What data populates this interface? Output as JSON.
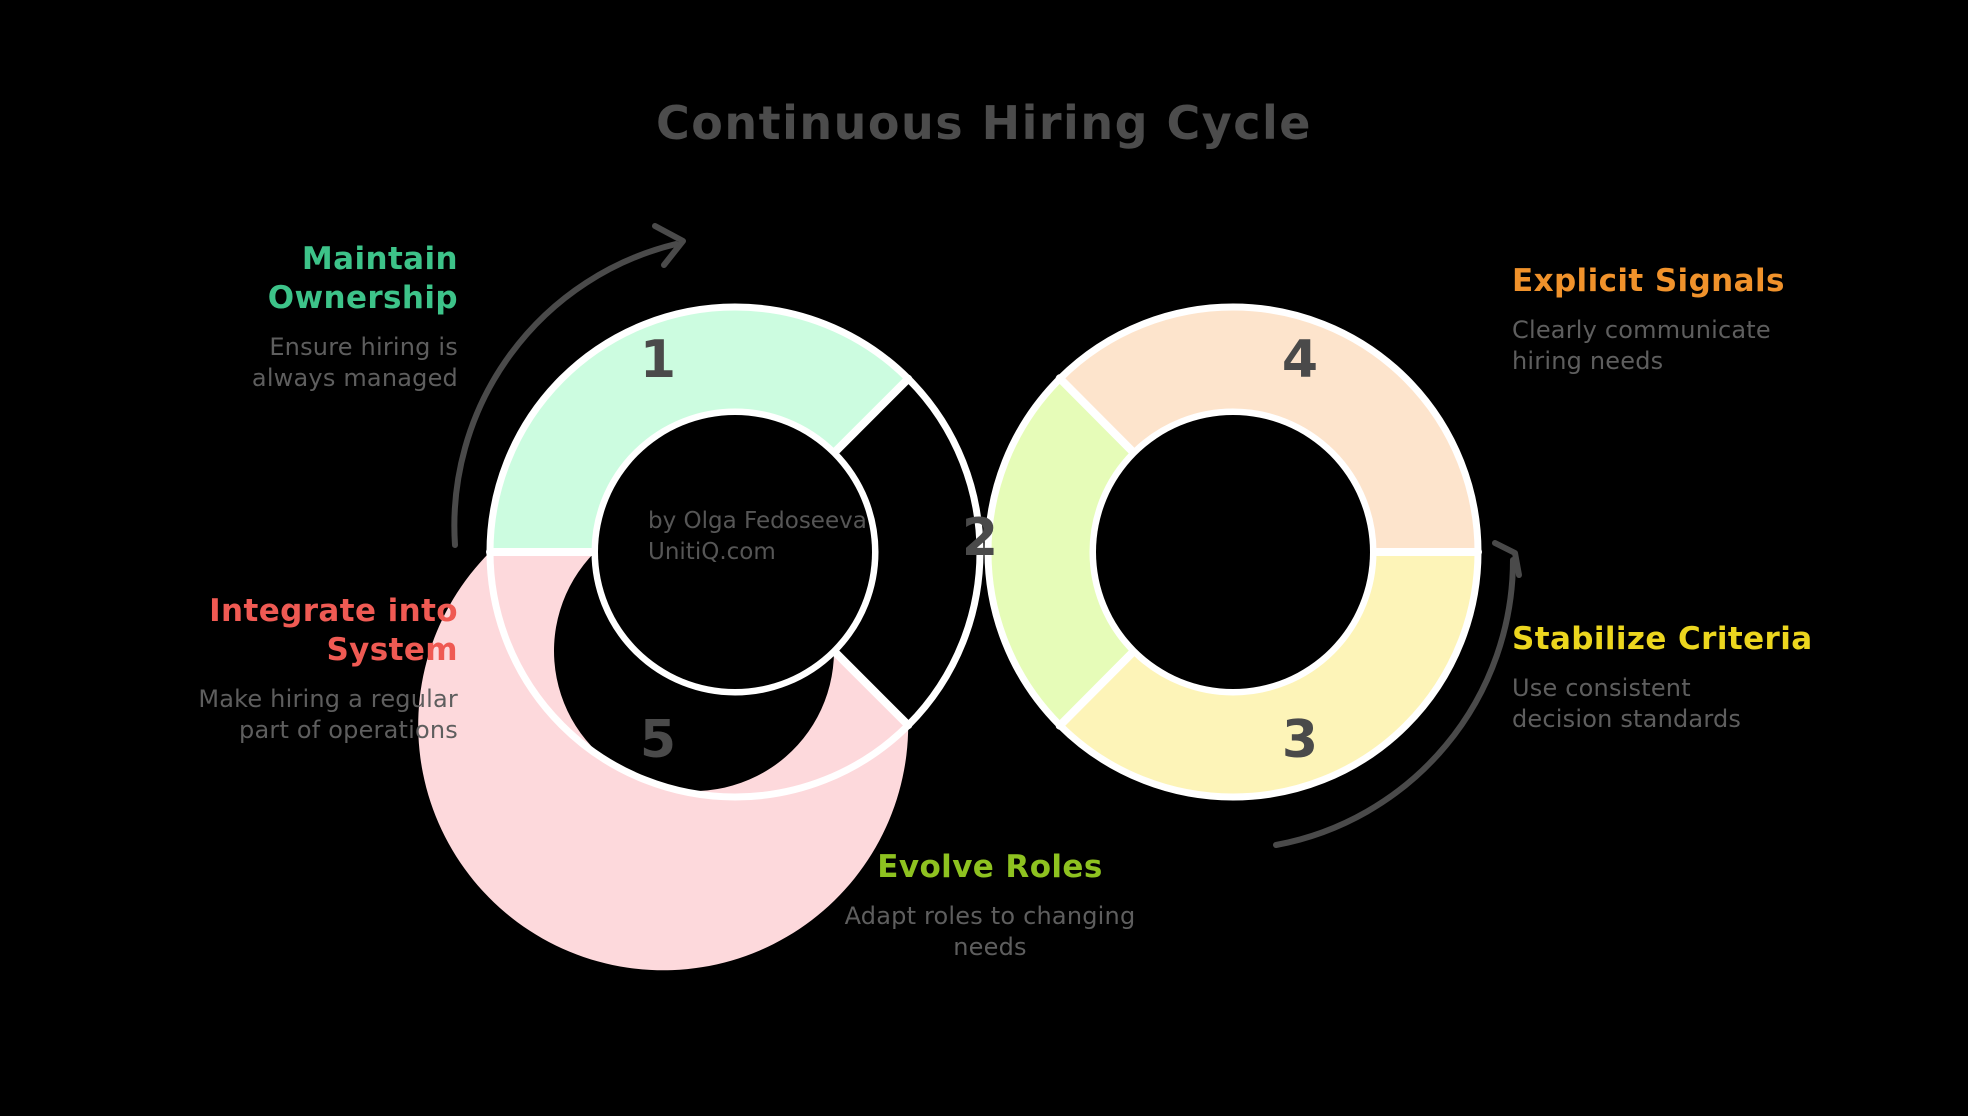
{
  "title": "Continuous Hiring Cycle",
  "attribution": {
    "line1": "by Olga Fedoseeva",
    "line2": "UnitiQ.com"
  },
  "colors": {
    "background": "#000000",
    "title_text": "#4c4c4c",
    "body_text": "#5e5e5e",
    "number_text": "#4a4a4a",
    "separator": "#ffffff",
    "arrow": "#4a4a4a",
    "seg_mint_fill": "#ccfce0",
    "seg_lime_fill": "#e6fcb8",
    "seg_pink_fill": "#fdd9dc",
    "seg_peach_fill": "#fde4cc",
    "seg_yellow_fill": "#fdf4b8",
    "accent_maintain": "#3dc389",
    "accent_integrate": "#ef5a53",
    "accent_evolve": "#8ec220",
    "accent_explicit": "#f0922b",
    "accent_stabilize": "#ecd61e"
  },
  "steps": [
    {
      "number": "1",
      "title": "Maintain Ownership",
      "title_line1": "Maintain",
      "title_line2": "Ownership",
      "description": "Ensure hiring is always managed",
      "desc_line1": "Ensure hiring is",
      "desc_line2": "always managed",
      "color": "#3dc389",
      "segment_fill": "#ccfce0"
    },
    {
      "number": "2",
      "title": "Evolve Roles",
      "description": "Adapt roles to changing needs",
      "desc_line1": "Adapt roles to changing",
      "desc_line2": "needs",
      "color": "#8ec220",
      "segment_fill": "#e6fcb8"
    },
    {
      "number": "3",
      "title": "Stabilize Criteria",
      "description": "Use consistent decision standards",
      "desc_line1": "Use consistent",
      "desc_line2": "decision standards",
      "color": "#ecd61e",
      "segment_fill": "#fdf4b8"
    },
    {
      "number": "4",
      "title": "Explicit Signals",
      "description": "Clearly communicate hiring needs",
      "desc_line1": "Clearly communicate",
      "desc_line2": "hiring needs",
      "color": "#f0922b",
      "segment_fill": "#fde4cc"
    },
    {
      "number": "5",
      "title": "Integrate into System",
      "title_line1": "Integrate into",
      "title_line2": "System",
      "description": "Make hiring a regular part of operations",
      "desc_line1": "Make hiring a regular",
      "desc_line2": "part of operations",
      "color": "#ef5a53",
      "segment_fill": "#fdd9dc"
    }
  ],
  "icons": {
    "left_arrow": "curved-arrow-counterclockwise-icon",
    "right_arrow": "curved-arrow-clockwise-icon"
  }
}
